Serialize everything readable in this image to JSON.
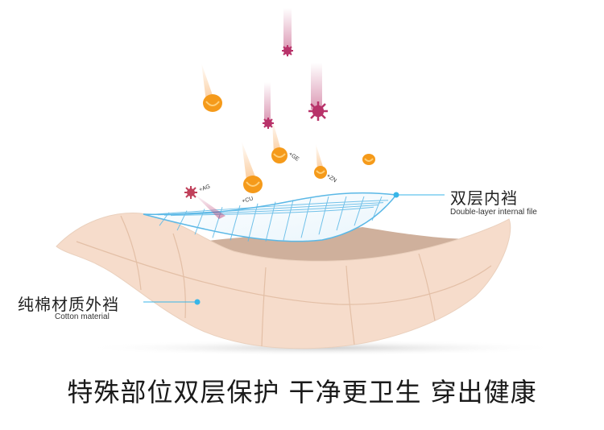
{
  "labels": {
    "inner_cn": "双层内裆",
    "inner_en": "Double-layer internal file",
    "outer_cn": "纯棉材质外裆",
    "outer_en": "Cotton material"
  },
  "particles": {
    "ag": "+AG",
    "cu": "+CU",
    "ge": "+GE",
    "zn": "+ZN"
  },
  "headline": "特殊部位双层保护 干净更卫生 穿出健康",
  "colors": {
    "fabric": "#f6dccb",
    "fabric_line": "#e3bfa6",
    "inner_shadow": "#cfb09c",
    "mesh": "#5bb8e6",
    "pointer": "#38b6e8",
    "orange": "#f59a1a",
    "magenta": "#b8336a"
  }
}
